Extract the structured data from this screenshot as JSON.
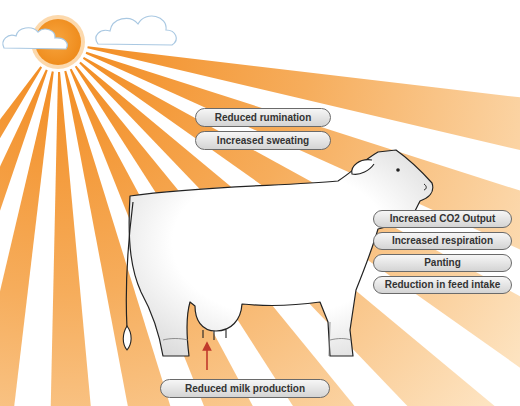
{
  "diagram": {
    "nodes": [
      {
        "text": [
          "Reduced rumination"
        ]
      },
      {
        "text": [
          "Increased sweating"
        ]
      },
      {
        "text": [
          "Increased CO2 Output"
        ]
      },
      {
        "text": [
          "Increased respiration"
        ]
      },
      {
        "text": [
          "Panting"
        ]
      },
      {
        "text": [
          "Reduction in feed intake"
        ]
      },
      {
        "text": [
          "Reduced milk production"
        ]
      }
    ]
  }
}
